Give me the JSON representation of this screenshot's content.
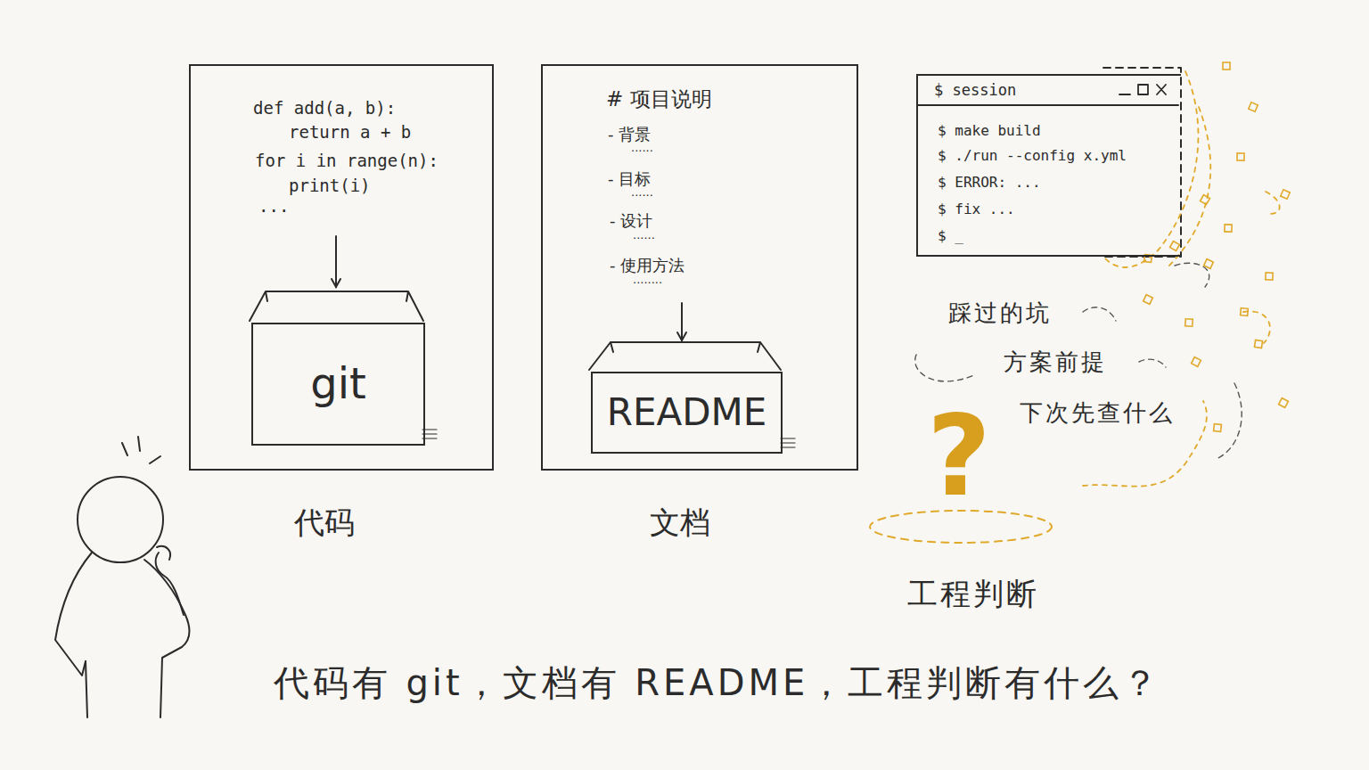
{
  "diagram": {
    "caption": "代码有 git，文档有 README，工程判断有什么？",
    "nodes": [
      {
        "text": [
          "def add(a, b):",
          "return a + b",
          "for i in range(n):",
          "print(i)",
          "...",
          "代码"
        ]
      },
      {
        "text": [
          "git"
        ],
        "in": 0
      },
      {
        "text": [
          "# 项目说明",
          "- 背景",
          "......",
          "- 目标",
          "......",
          "- 设计",
          "......",
          "- 使用方法",
          "........",
          "文档"
        ]
      },
      {
        "text": [
          "README"
        ],
        "in": 2
      },
      {
        "text": [
          "$ session",
          "$ make build",
          "$ ./run --config x.yml",
          "$ ERROR: ...",
          "$ fix ...",
          "$ _"
        ]
      }
    ],
    "labels": [
      "踩过的坑",
      "方案前提",
      "下次先查什么",
      "?",
      "工程判断"
    ]
  }
}
